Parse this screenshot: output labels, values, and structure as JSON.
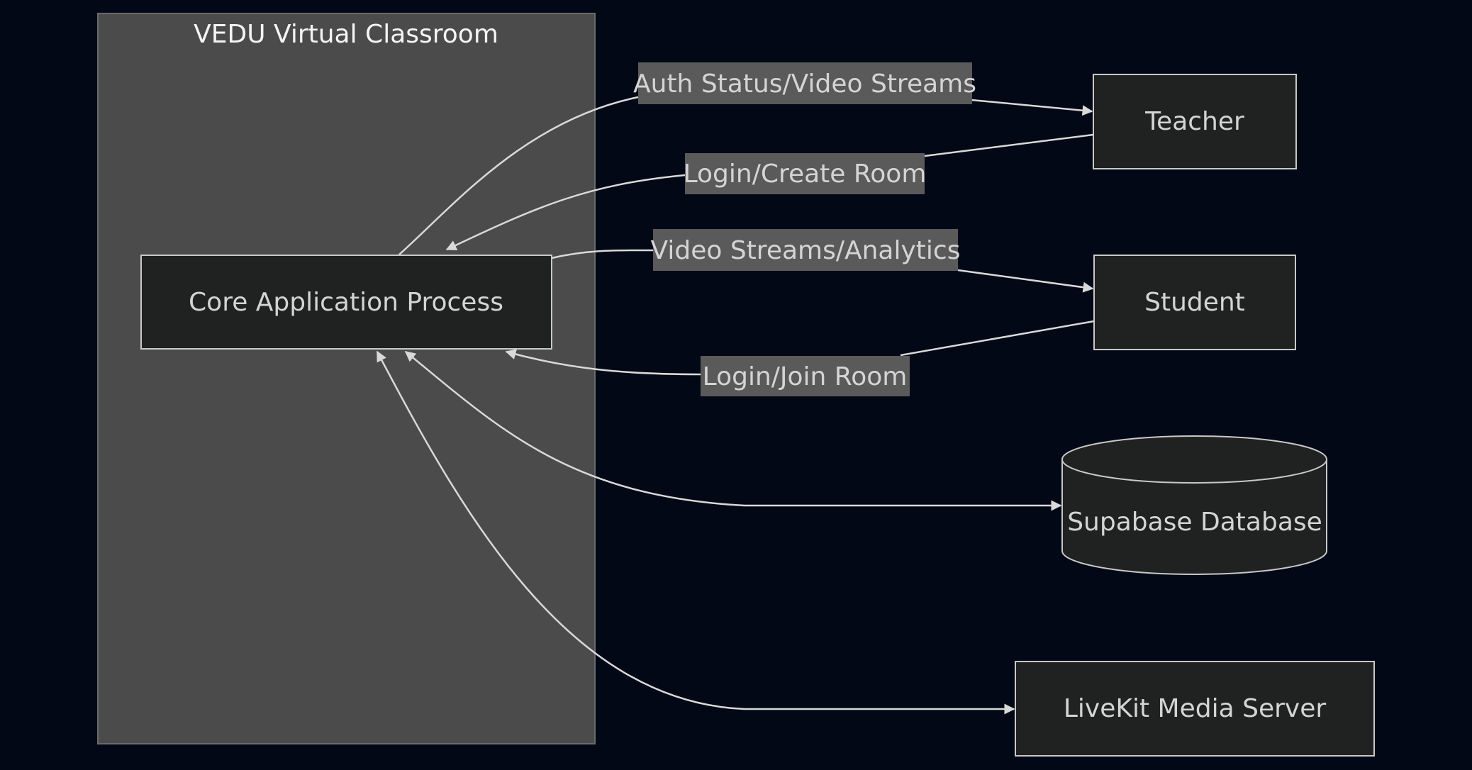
{
  "diagram": {
    "type": "flowchart",
    "theme": {
      "background": "#020816",
      "cluster_fill": "#4a4b4a",
      "node_fill": "#202121",
      "node_stroke": "#c8c8c8",
      "edge_color": "#d9d9d9",
      "label_bg": "#5a5a5a",
      "text_color": "#d4d4d4"
    },
    "cluster": {
      "id": "vedu",
      "title": "VEDU Virtual Classroom"
    },
    "nodes": {
      "core": {
        "label": "Core Application Process",
        "shape": "rect"
      },
      "teacher": {
        "label": "Teacher",
        "shape": "rect"
      },
      "student": {
        "label": "Student",
        "shape": "rect"
      },
      "supabase": {
        "label": "Supabase Database",
        "shape": "cylinder"
      },
      "livekit": {
        "label": "LiveKit Media Server",
        "shape": "rect"
      }
    },
    "edges": [
      {
        "from": "core",
        "to": "teacher",
        "label": "Auth Status/Video Streams"
      },
      {
        "from": "teacher",
        "to": "core",
        "label": "Login/Create Room"
      },
      {
        "from": "core",
        "to": "student",
        "label": "Video Streams/Analytics"
      },
      {
        "from": "student",
        "to": "core",
        "label": "Login/Join Room"
      },
      {
        "from": "core",
        "to": "supabase",
        "label": "",
        "bidirectional": true
      },
      {
        "from": "core",
        "to": "livekit",
        "label": "",
        "bidirectional": true
      }
    ]
  }
}
